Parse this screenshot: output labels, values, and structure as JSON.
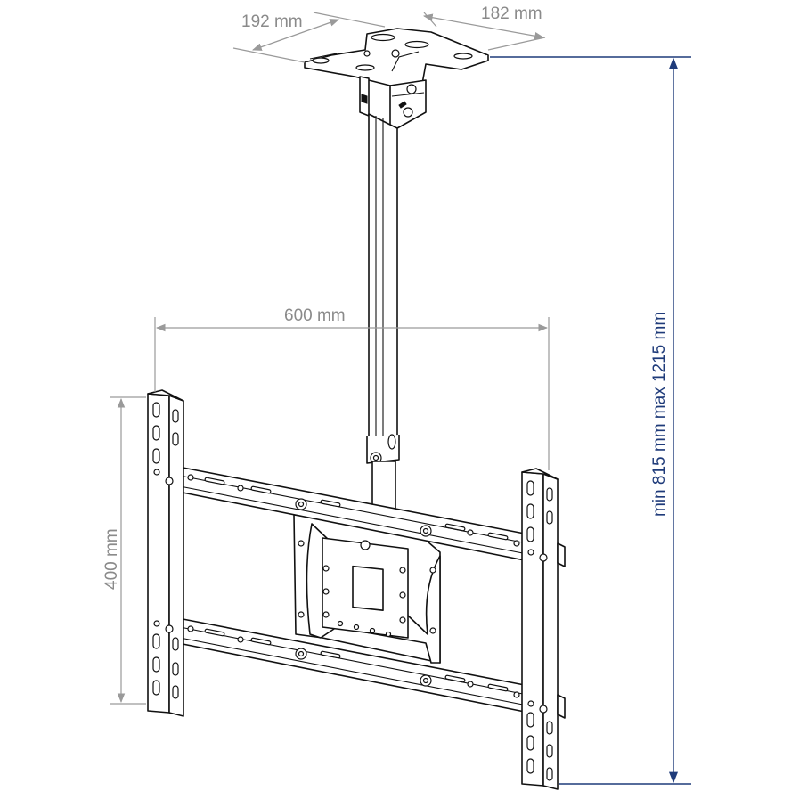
{
  "dimensions": {
    "ceiling_plate_depth": "192 mm",
    "ceiling_plate_width": "182 mm",
    "vesa_width": "600 mm",
    "vesa_height": "400 mm",
    "drop_height": "min 815 mm max 1215 mm"
  },
  "colors": {
    "dimension_gray": "#8a8a8a",
    "dimension_blue": "#1f3b7a",
    "outline": "#111111"
  }
}
